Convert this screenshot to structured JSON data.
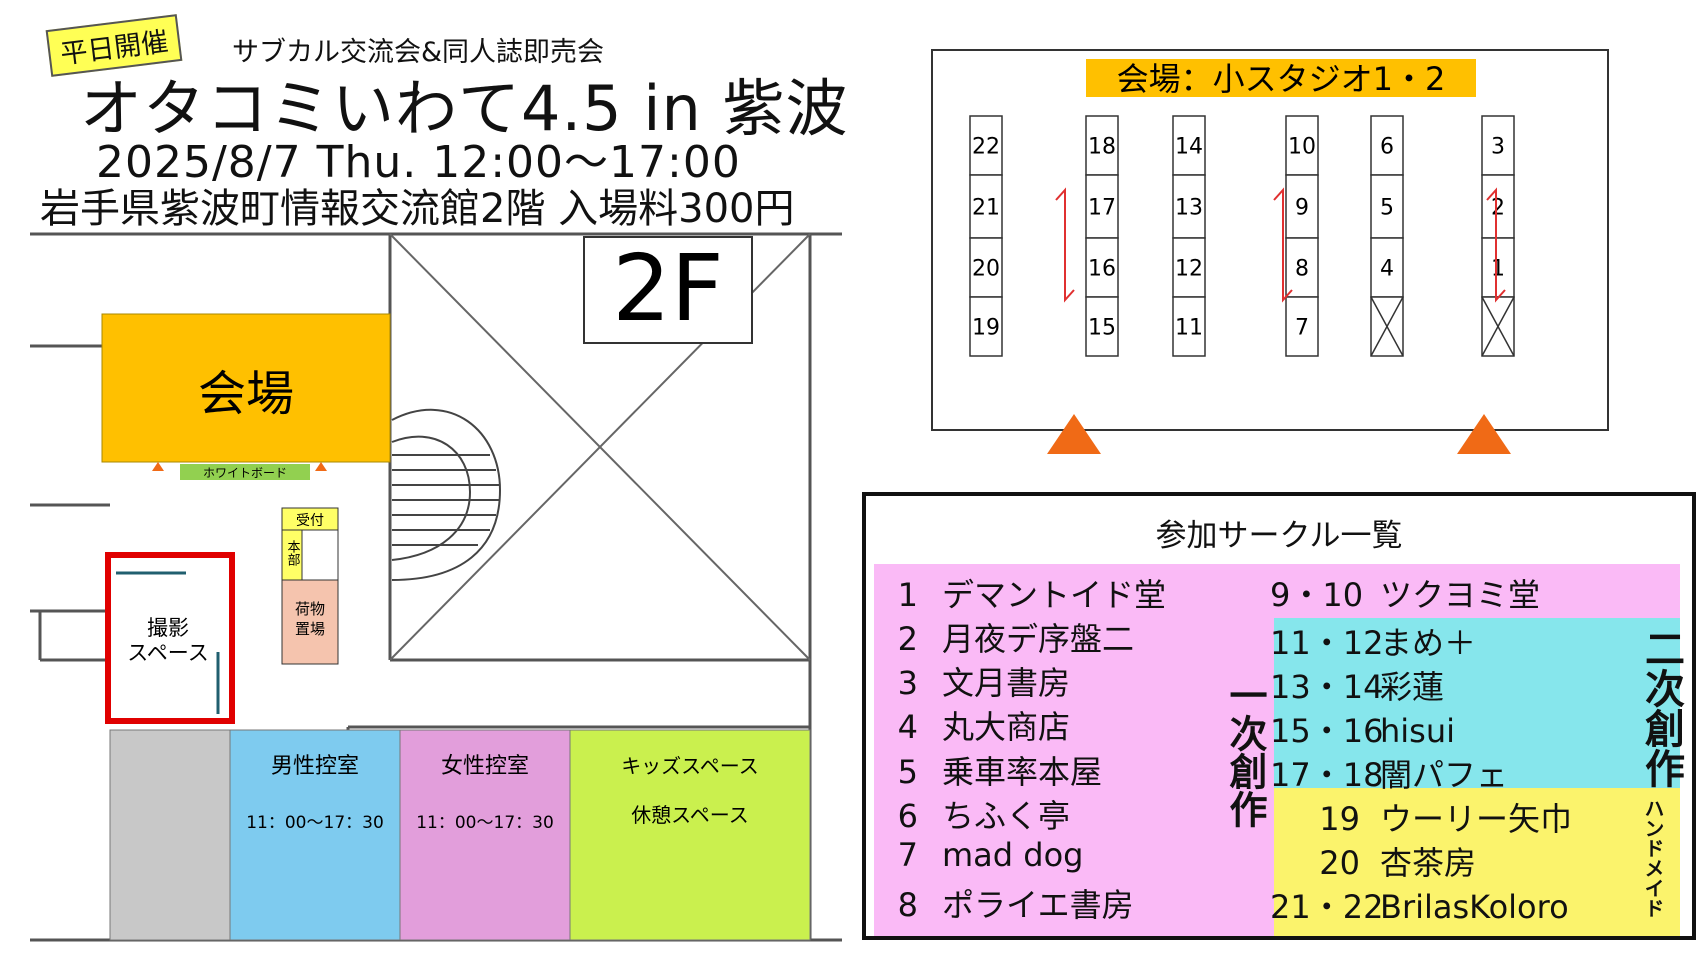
{
  "header": {
    "badge": "平日開催",
    "subtitle": "サブカル交流会&同人誌即売会",
    "title": "オタコミいわて4.5 in 紫波",
    "datetime": "2025/8/7 Thu.  12:00～17:00",
    "venue": "岩手県紫波町情報交流館2階  入場料300円"
  },
  "floor_plan": {
    "floor_label": "2F",
    "hall_label": "会場",
    "whiteboard_label": "ホワイトボード",
    "reception_label": "受付",
    "hq_label": "本部",
    "luggage_label": [
      "荷物",
      "置場"
    ],
    "photo_space_label": [
      "撮影",
      "スペース"
    ],
    "male_room": {
      "name": "男性控室",
      "hours": "11：00～17：30"
    },
    "female_room": {
      "name": "女性控室",
      "hours": "11：00～17：30"
    },
    "kids_room": {
      "name": "キッズスペース",
      "sub": "休憩スペース"
    },
    "colors": {
      "hall": "#ffc000",
      "male": "#7ecbef",
      "female": "#e29edb",
      "kids": "#caf04e",
      "gray": "#c8c8c8",
      "luggage": "#f5c4ae",
      "yellow": "#ffff66",
      "green_label": "#92d050",
      "photo_border": "#e00000"
    }
  },
  "table_layout": {
    "title": "会場：小スタジオ1・2",
    "columns": [
      [
        "22",
        "21",
        "20",
        "19"
      ],
      [
        "18",
        "17",
        "16",
        "15"
      ],
      [
        "14",
        "13",
        "12",
        "11"
      ],
      [
        "10",
        "9",
        "8",
        "7"
      ],
      [
        "6",
        "5",
        "4",
        "x"
      ],
      [
        "3",
        "2",
        "1",
        "x"
      ]
    ],
    "colors": {
      "title_bg": "#ffc000",
      "entrance": "#f06a16",
      "arrow": "#e03030"
    }
  },
  "circle_list": {
    "title": "参加サークル一覧",
    "original_label": "一次創作",
    "derivative_label": "二次創作",
    "handmade_label": "ハンドメイド",
    "original": [
      {
        "no": "1",
        "name": "デマントイド堂"
      },
      {
        "no": "2",
        "name": "月夜デ序盤二"
      },
      {
        "no": "3",
        "name": "文月書房"
      },
      {
        "no": "4",
        "name": "丸大商店"
      },
      {
        "no": "5",
        "name": "乗車率本屋"
      },
      {
        "no": "6",
        "name": "ちふく亭"
      },
      {
        "no": "7",
        "name": "mad dog"
      },
      {
        "no": "8",
        "name": "ポライエ書房"
      },
      {
        "no": "9・10",
        "name": "ツクヨミ堂"
      }
    ],
    "derivative": [
      {
        "no": "11・12",
        "name": "まめ＋"
      },
      {
        "no": "13・14",
        "name": "彩蓮"
      },
      {
        "no": "15・16",
        "name": "hisui"
      },
      {
        "no": "17・18",
        "name": "闇パフェ"
      }
    ],
    "handmade": [
      {
        "no": "19",
        "name": "ウーリー矢巾"
      },
      {
        "no": "20",
        "name": "杏茶房"
      },
      {
        "no": "21・22",
        "name": "BrilasKoloro"
      }
    ]
  }
}
